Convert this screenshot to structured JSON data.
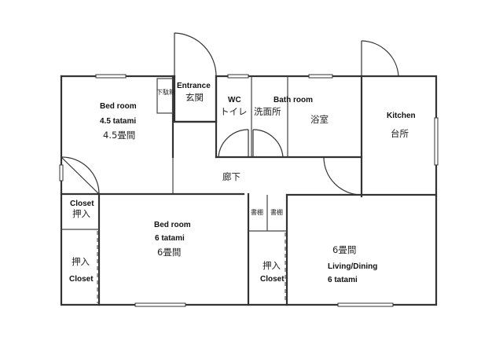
{
  "rooms": {
    "bedroom_45": {
      "en": "Bed room",
      "en2": "4.5 tatami",
      "jp": "4.5畳間"
    },
    "shoebox": {
      "jp": "下駄箱"
    },
    "entrance": {
      "en": "Entrance",
      "jp": "玄関"
    },
    "wc": {
      "en": "WC",
      "jp": "トイレ"
    },
    "washroom": {
      "jp": "洗面所"
    },
    "bath": {
      "en": "Bath room",
      "jp": "浴室"
    },
    "kitchen": {
      "en": "Kitchen",
      "jp": "台所"
    },
    "hallway": {
      "jp": "廊下"
    },
    "closet_left_top": {
      "en": "Closet",
      "jp": "押入"
    },
    "closet_left_bottom": {
      "en": "Closet",
      "jp": "押入"
    },
    "bedroom_6": {
      "en": "Bed room",
      "en2": "6 tatami",
      "jp": "6畳間"
    },
    "shelf_a": {
      "jp": "書棚"
    },
    "shelf_b": {
      "jp": "書棚"
    },
    "closet_mid": {
      "en": "Closet",
      "jp": "押入"
    },
    "living": {
      "en": "Living/Dining",
      "en2": "6 tatami",
      "jp": "6畳間"
    }
  }
}
